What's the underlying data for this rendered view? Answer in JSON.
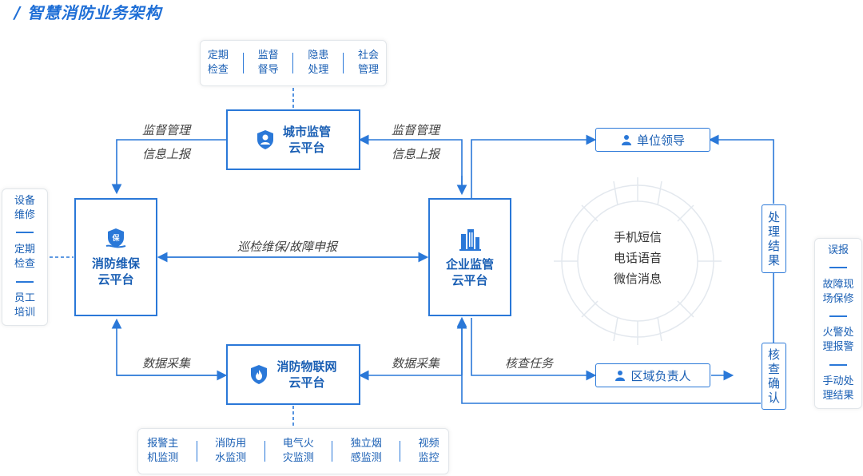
{
  "title": "/ 智慧消防业务架构",
  "top_panel": [
    "定期\n检查",
    "监督\n督导",
    "隐患\n处理",
    "社会\n管理"
  ],
  "bottom_panel": [
    "报警主\n机监测",
    "消防用\n水监测",
    "电气火\n灾监测",
    "独立烟\n感监测",
    "视频\n监控"
  ],
  "left_panel": [
    "设备\n维修",
    "定期\n检查",
    "员工\n培训"
  ],
  "right_panel": [
    "误报",
    "故障现\n场保修",
    "火警处\n理报警",
    "手动处\n理结果"
  ],
  "boxes": {
    "city": "城市监管\n云平台",
    "maint": "消防维保\n云平台",
    "enterprise": "企业监管\n云平台",
    "iot": "消防物联网\n云平台"
  },
  "edges": {
    "top_left_1": "监督管理",
    "top_left_2": "信息上报",
    "top_right_1": "监督管理",
    "top_right_2": "信息上报",
    "middle": "巡检维保/故障申报",
    "bottom_left": "数据采集",
    "bottom_right": "数据采集",
    "verify_task": "核查任务"
  },
  "leader": "单位领导",
  "area_manager": "区域负责人",
  "process_result": "处理结果",
  "verify_confirm": "核查确认",
  "center_lines": [
    "手机短信",
    "电话语音",
    "微信消息"
  ],
  "colors": {
    "accent": "#2a78d8",
    "text": "#1a5fb4"
  }
}
